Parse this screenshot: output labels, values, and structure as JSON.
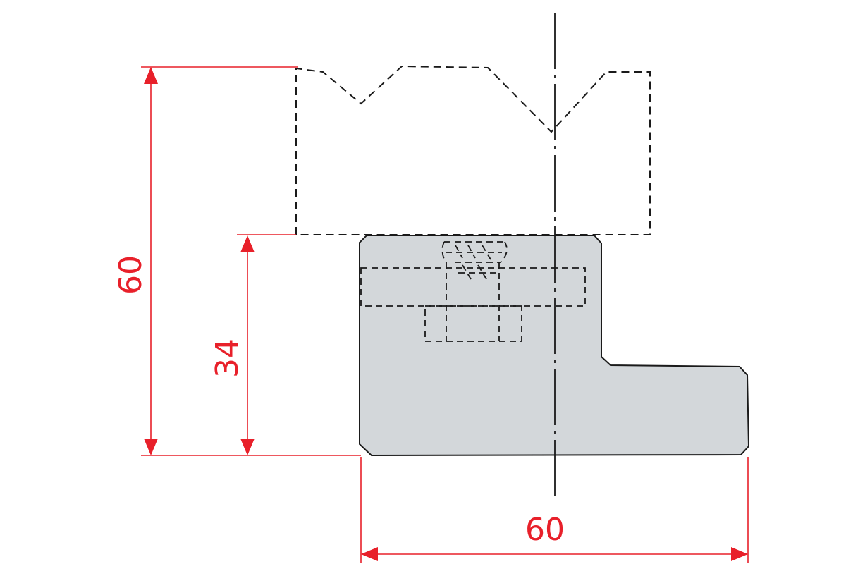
{
  "colors": {
    "dimension": "#e8202a",
    "outline": "#1a1a1a",
    "part_fill": "#d3d7da",
    "background": "#ffffff"
  },
  "dimensions": {
    "overall_height": {
      "label": "60"
    },
    "part_height": {
      "label": "34"
    },
    "part_width": {
      "label": "60"
    }
  }
}
